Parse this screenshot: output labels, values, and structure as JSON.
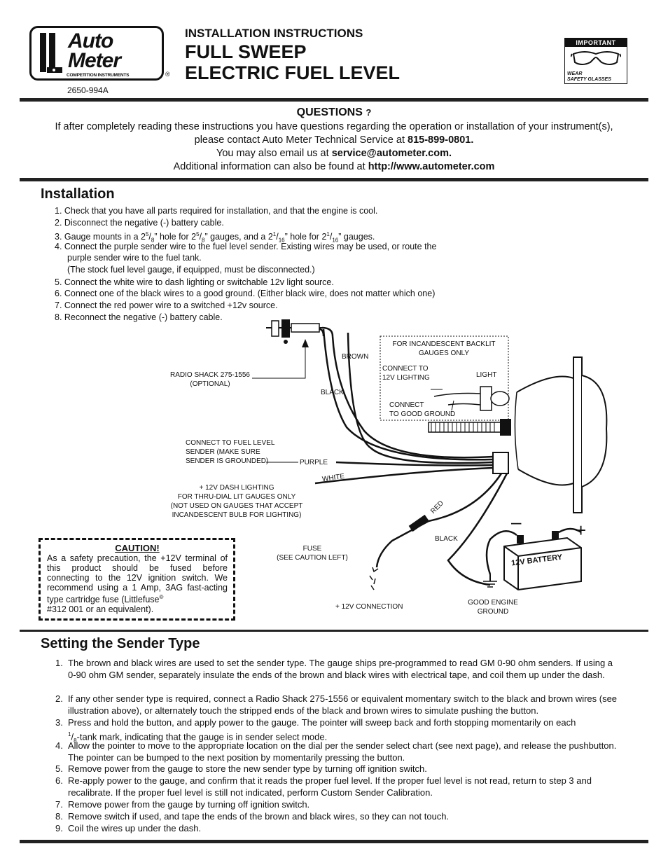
{
  "header": {
    "logo_line1": "Auto",
    "logo_line2": "Meter",
    "logo_tagline": "COMPETITION INSTRUMENTS",
    "registered": "®",
    "part_number": "2650-994A",
    "instructions_label": "INSTALLATION INSTRUCTIONS",
    "title_line1": "FULL SWEEP",
    "title_line2": "ELECTRIC FUEL LEVEL",
    "important_badge": "IMPORTANT",
    "wear_line1": "WEAR",
    "wear_line2": "SAFETY GLASSES"
  },
  "questions": {
    "heading": "QUESTIONS",
    "heading_mark": "?",
    "line1": "If after completely reading these instructions you have questions regarding the operation or installation of your instrument(s),",
    "line2_prefix": "please contact Auto Meter Technical Service at ",
    "phone": "815-899-0801.",
    "line3_prefix": "You may also email us at ",
    "email": "service@autometer.com.",
    "line4_prefix": "Additional information can also be found at ",
    "url": "http://www.autometer.com"
  },
  "installation": {
    "heading": "Installation",
    "steps": [
      "1. Check that you have all parts required for installation, and that the engine is cool.",
      "2. Disconnect the negative (-) battery cable.",
      "3. Gauge mounts in a 2",
      "4. Connect the purple sender wire to the fuel level sender. Existing wires may be used, or route the",
      "purple sender wire to the fuel tank.",
      "(The stock fuel level gauge, if equipped, must be disconnected.)",
      "5. Connect the white wire to dash lighting or switchable 12v light source.",
      "6. Connect one of the black wires to a good ground. (Either black wire, does not matter which one)",
      "7. Connect the red power wire to a switched +12v source.",
      "8. Reconnect the negative (-) battery cable."
    ],
    "step3_parts": [
      "3. Gauge mounts in a 2",
      "5",
      "8",
      "” hole for 2",
      "5",
      "8",
      "” gauges, and a 2",
      "1",
      "16",
      "” hole for 2",
      "1",
      "16",
      "” gauges."
    ]
  },
  "diagram": {
    "labels": {
      "radio_shack": "RADIO SHACK 275-1556",
      "optional": "(OPTIONAL)",
      "brown": "BROWN",
      "black_top": "BLACK",
      "backlit_title1": "FOR INCANDESCENT BACKLIT",
      "backlit_title2": "GAUGES ONLY",
      "connect_12v_1": "CONNECT TO",
      "connect_12v_2": "12V LIGHTING",
      "light": "LIGHT",
      "connect_ground_1": "CONNECT",
      "connect_ground_2": "TO GOOD GROUND",
      "sender_1": "CONNECT TO FUEL LEVEL",
      "sender_2": "SENDER (MAKE SURE",
      "sender_3": "SENDER IS GROUNDED)",
      "purple": "PURPLE",
      "white": "WHITE",
      "dash_1": "+ 12V DASH LIGHTING",
      "dash_2": "FOR THRU-DIAL LIT GAUGES ONLY",
      "dash_3": "(NOT USED ON GAUGES THAT ACCEPT",
      "dash_4": "INCANDESCENT BULB FOR LIGHTING)",
      "red": "RED",
      "black_bottom": "BLACK",
      "minus": "–",
      "plus": "+",
      "battery": "12V BATTERY",
      "fuse_1": "FUSE",
      "fuse_2": "(SEE CAUTION LEFT)",
      "connection_12v": "+ 12V CONNECTION",
      "ground_1": "GOOD ENGINE",
      "ground_2": "GROUND"
    }
  },
  "caution": {
    "heading": "CAUTION!",
    "body": "As a safety precaution, the +12V terminal of this product should be fused before connecting to the 12V ignition switch.  We recommend using a 1 Amp, 3AG fast-acting type cartridge fuse (Littlefuse",
    "reg": "®",
    "body_end": "#312 001 or an equivalent)."
  },
  "sender_type": {
    "heading": "Setting the Sender Type",
    "steps": [
      {
        "n": "1.",
        "t": "The brown and black wires are used to set the sender type. The gauge ships pre-programmed to read GM 0-90 ohm senders. If using a 0-90 ohm GM sender, separately insulate the ends of the brown and black wires with electrical tape, and coil them up under the dash."
      },
      {
        "n": "2.",
        "t": "If any other sender type is required, connect a Radio Shack 275-1556 or equivalent momentary switch to the black and brown wires (see illustration above), or alternately touch the stripped ends of the black and brown wires to simulate pushing the button."
      },
      {
        "n": "3.",
        "t": "Press and hold the button, and apply power to the gauge. The pointer will sweep back and forth stopping momentarily on each"
      },
      {
        "n": "4.",
        "t": "Allow the pointer to move to the appropriate location on the dial per the sender select chart (see next page), and release the pushbutton. The pointer can be bumped to the next position by momentarily pressing the button."
      },
      {
        "n": "5.",
        "t": "Remove power from the gauge to store the new sender type by turning off ignition switch."
      },
      {
        "n": "6.",
        "t": "Re-apply power to the gauge, and confirm that it reads the proper fuel level. If the proper fuel level is not read, return to step 3 and recalibrate.  If the proper fuel level is still not indicated, perform Custom Sender Calibration."
      },
      {
        "n": "7.",
        "t": "Remove power from the gauge by turning off ignition switch."
      },
      {
        "n": "8.",
        "t": "Remove switch if used, and tape the ends of the brown and black wires, so they can not touch."
      },
      {
        "n": "9.",
        "t": "Coil the wires up under the dash."
      }
    ],
    "step3_frac_num": "1",
    "step3_frac_den": "8",
    "step3_line2": "-tank mark, indicating that the gauge is in sender select mode."
  }
}
